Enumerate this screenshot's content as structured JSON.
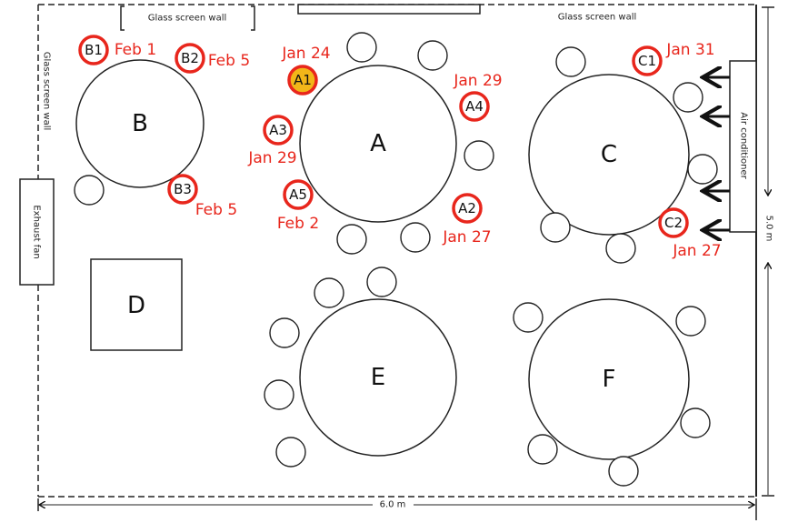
{
  "walls": {
    "top_glass": "Glass screen wall",
    "top_right_glass": "Glass screen wall",
    "left_glass": "Glass screen wall",
    "exhaust": "Exhaust fan",
    "ac": "Air conditioner"
  },
  "dimensions": {
    "width": "6.0 m",
    "height": "5.0 m"
  },
  "tables": {
    "A": "A",
    "B": "B",
    "C": "C",
    "D": "D",
    "E": "E",
    "F": "F"
  },
  "cases": {
    "A1": {
      "label": "A1",
      "date": "Jan 24",
      "highlight": true
    },
    "A2": {
      "label": "A2",
      "date": "Jan 27"
    },
    "A3": {
      "label": "A3",
      "date": "Jan 29"
    },
    "A4": {
      "label": "A4",
      "date": "Jan 29"
    },
    "A5": {
      "label": "A5",
      "date": "Feb 2"
    },
    "B1": {
      "label": "B1",
      "date": "Feb 1"
    },
    "B2": {
      "label": "B2",
      "date": "Feb 5"
    },
    "B3": {
      "label": "B3",
      "date": "Feb 5"
    },
    "C1": {
      "label": "C1",
      "date": "Jan 31"
    },
    "C2": {
      "label": "C2",
      "date": "Jan 27"
    }
  },
  "colors": {
    "case_ring": "#e8261c",
    "index_case": "#f2b619"
  }
}
